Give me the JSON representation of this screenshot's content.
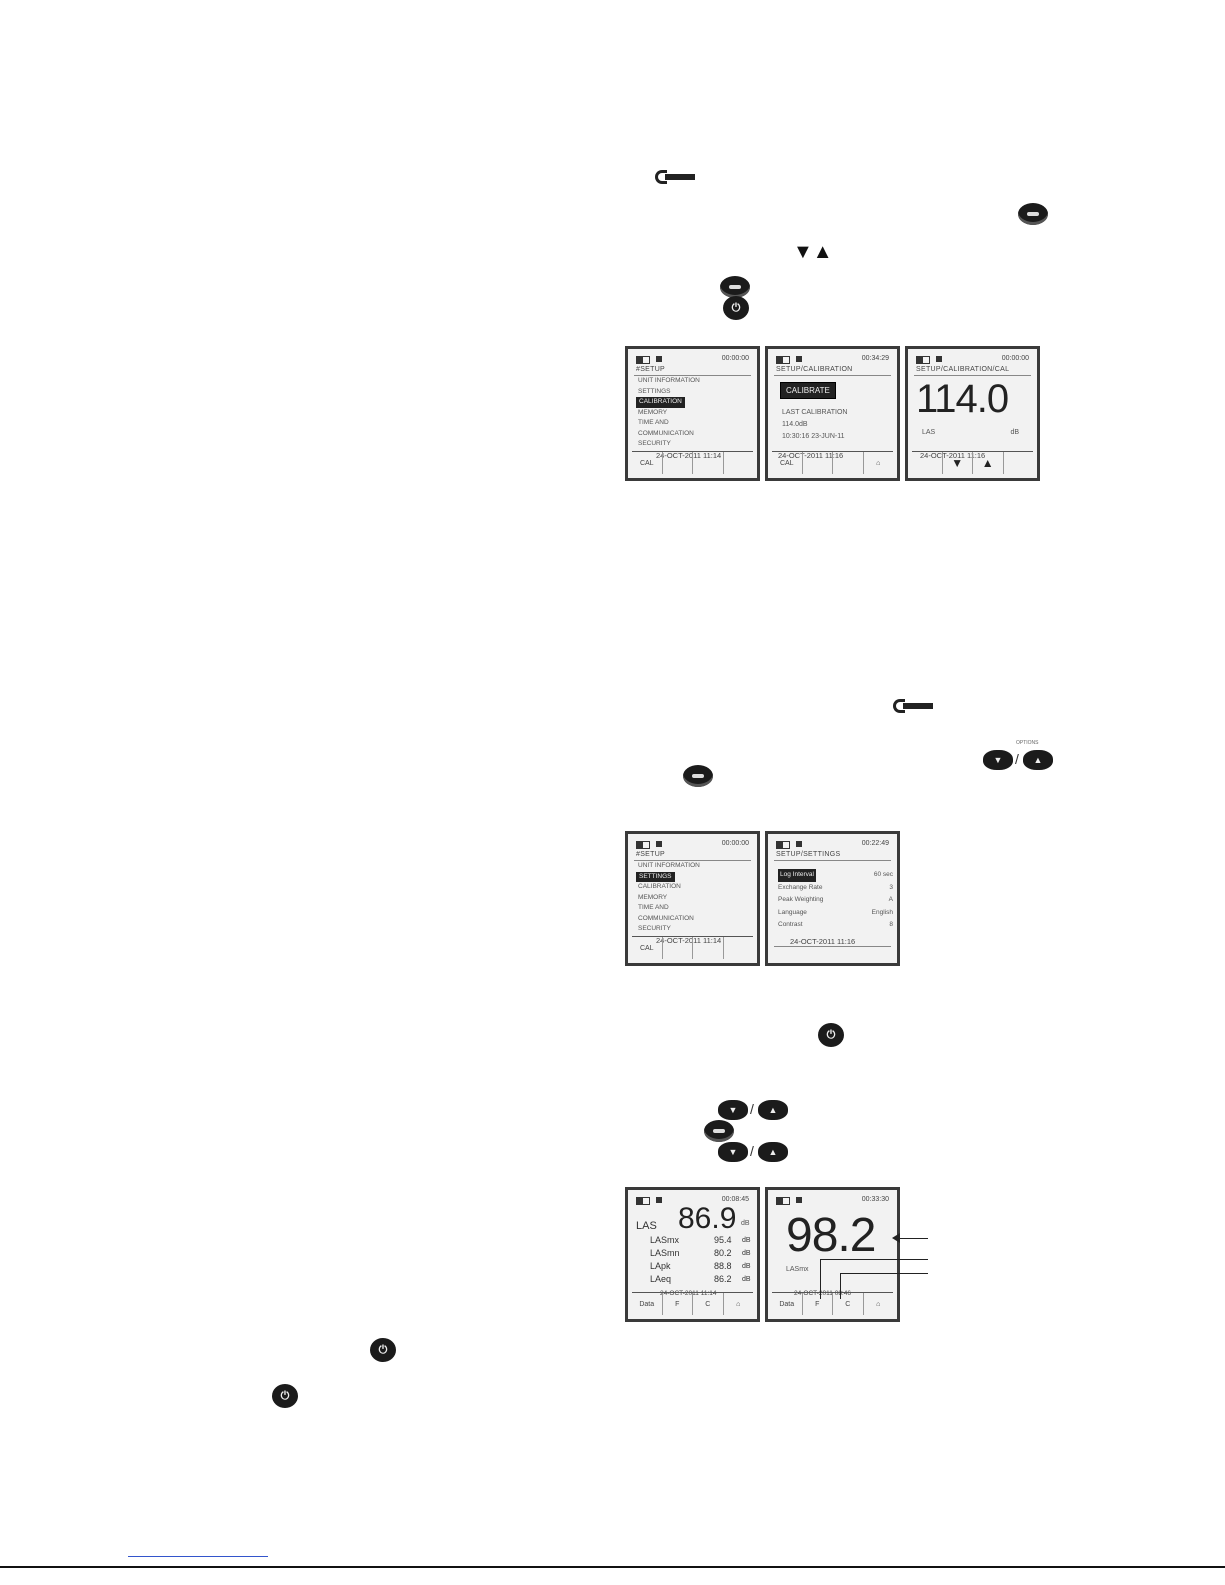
{
  "icons": {
    "wrench": "wrench-icon",
    "enter": "enter-button-icon",
    "power": "power-button-icon",
    "arrows": "▼▲"
  },
  "screen1": {
    "time": "00:00:00",
    "title": "#SETUP",
    "items": [
      "UNIT INFORMATION",
      "SETTINGS",
      "CALIBRATION",
      "MEMORY",
      "TIME AND",
      "COMMUNICATION",
      "SECURITY"
    ],
    "date": "24-OCT-2011   11:14",
    "fkey1": "CAL"
  },
  "screen2": {
    "time": "00:34:29",
    "title": "SETUP/CALIBRATION",
    "button": "CALIBRATE",
    "line1": "LAST CALIBRATION",
    "line2": "114.0dB",
    "line3": "10:30:16  23-JUN-11",
    "date": "24-OCT-2011   11:16",
    "fkey1": "CAL",
    "fkey4": "⌂"
  },
  "screen3": {
    "time": "00:00:00",
    "title": "SETUP/CALIBRATION/CAL",
    "value": "114.0",
    "label": "LAS",
    "unit": "dB",
    "date": "24-OCT-2011   11:16",
    "fkey2": "▼",
    "fkey3": "▲"
  },
  "screen4": {
    "time": "00:00:00",
    "title": "#SETUP",
    "items": [
      "UNIT INFORMATION",
      "SETTINGS",
      "CALIBRATION",
      "MEMORY",
      "TIME AND",
      "COMMUNICATION",
      "SECURITY"
    ],
    "date": "24-OCT-2011   11:14",
    "fkey1": "CAL"
  },
  "screen5": {
    "time": "00:22:49",
    "title": "SETUP/SETTINGS",
    "rows": [
      {
        "k": "Log Interval",
        "v": "60 sec"
      },
      {
        "k": "Exchange Rate",
        "v": "3"
      },
      {
        "k": "Peak Weighting",
        "v": "A"
      },
      {
        "k": "Language",
        "v": "English"
      },
      {
        "k": "Contrast",
        "v": "8"
      }
    ],
    "date": "24-OCT-2011   11:16"
  },
  "screen6": {
    "time": "00:08:45",
    "main_label": "LAS",
    "main_value": "86.9",
    "main_unit": "dB",
    "rows": [
      {
        "k": "LASmx",
        "v": "95.4",
        "u": "dB"
      },
      {
        "k": "LASmn",
        "v": "80.2",
        "u": "dB"
      },
      {
        "k": "LApk",
        "v": "88.8",
        "u": "dB"
      },
      {
        "k": "LAeq",
        "v": "86.2",
        "u": "dB"
      }
    ],
    "date": "24-OCT-2011   11:14",
    "fkey1": "Data",
    "fkey2": "F",
    "fkey3": "C",
    "fkey4": "⌂"
  },
  "screen7": {
    "time": "00:33:30",
    "value": "98.2",
    "label": "LASmx",
    "date": "24-OCT-2011   08:46",
    "fkey1": "Data",
    "fkey2": "F",
    "fkey3": "C",
    "fkey4": "⌂"
  },
  "small_label": "OPTIONS"
}
